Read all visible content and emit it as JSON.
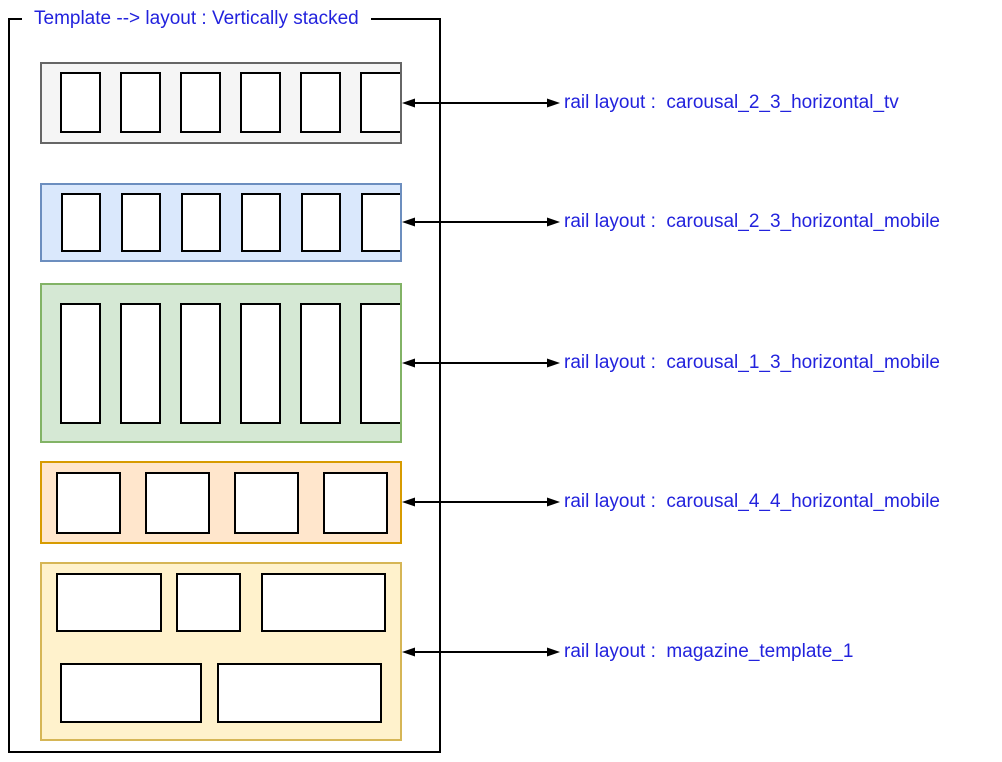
{
  "title": "Template --> layout : Vertically stacked",
  "title_color": "#2222dd",
  "frame": {
    "stroke": "#000000"
  },
  "rails": [
    {
      "name": "carousal_2_3_horizontal_tv",
      "label": "rail layout :  carousal_2_3_horizontal_tv",
      "fill": "#f5f5f5",
      "stroke": "#666666",
      "box_count": 6,
      "box_aspect": "2:3 portrait"
    },
    {
      "name": "carousal_2_3_horizontal_mobile",
      "label": "rail layout :  carousal_2_3_horizontal_mobile",
      "fill": "#dae8fc",
      "stroke": "#6c8ebf",
      "box_count": 6,
      "box_aspect": "2:3 portrait"
    },
    {
      "name": "carousal_1_3_horizontal_mobile",
      "label": "rail layout :  carousal_1_3_horizontal_mobile",
      "fill": "#d5e8d4",
      "stroke": "#82b366",
      "box_count": 6,
      "box_aspect": "1:3 tall portrait"
    },
    {
      "name": "carousal_4_4_horizontal_mobile",
      "label": "rail layout :  carousal_4_4_horizontal_mobile",
      "fill": "#ffe6cc",
      "stroke": "#d79b00",
      "box_count": 4,
      "box_aspect": "square"
    },
    {
      "name": "magazine_template_1",
      "label": "rail layout :  magazine_template_1",
      "fill": "#fff2cc",
      "stroke": "#d6b656",
      "box_count": 5,
      "box_aspect": "mixed magazine grid (3 top, 2 bottom)"
    }
  ],
  "card_fill": "#ffffff",
  "card_stroke": "#000000",
  "arrow_color": "#000000",
  "arrow_style": "double-headed"
}
